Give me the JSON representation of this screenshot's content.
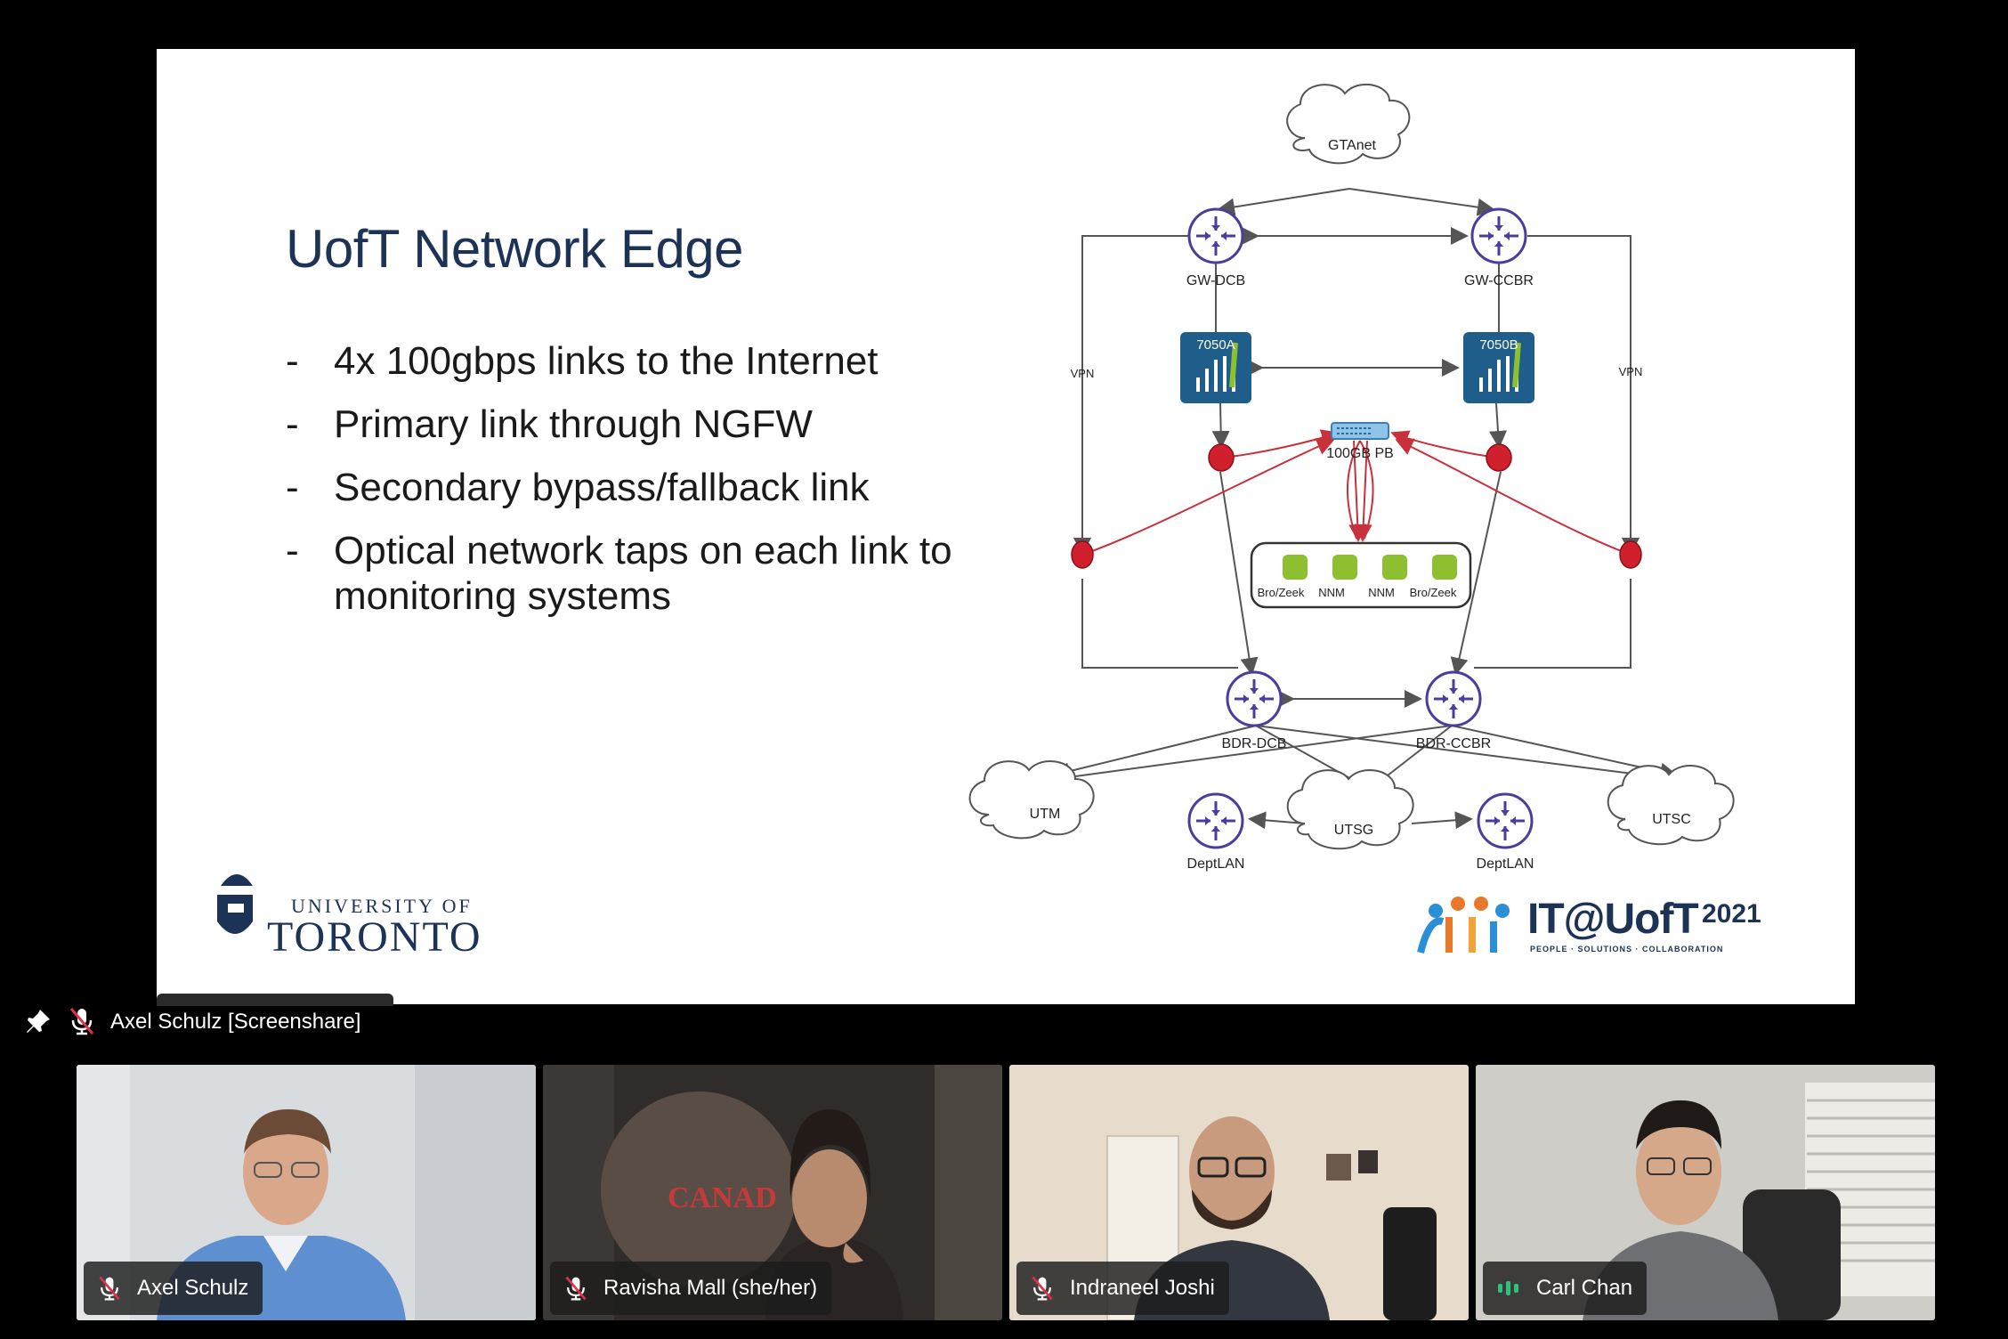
{
  "slide": {
    "title": "UofT Network Edge",
    "bullets": [
      "4x 100gbps links to the Internet",
      "Primary link through NGFW",
      "Secondary bypass/fallback link",
      "Optical network taps on each link to monitoring systems"
    ],
    "bullet_marker": "-",
    "uoft_logo": {
      "line1": "UNIVERSITY OF",
      "line2": "TORONTO"
    },
    "it_logo": {
      "text": "IT@UofT",
      "year": "2021",
      "tagline": "PEOPLE · SOLUTIONS · COLLABORATION"
    },
    "diagram": {
      "clouds": {
        "top": "GTAnet",
        "utm": "UTM",
        "utsg": "UTSG",
        "utsc": "UTSC"
      },
      "routers": {
        "gw_dcb": "GW-DCB",
        "gw_ccbr": "GW-CCBR",
        "bdr_dcb": "BDR-DCB",
        "bdr_ccbr": "BDR-CCBR",
        "dept_left": "DeptLAN",
        "dept_right": "DeptLAN"
      },
      "firewalls": {
        "left": "7050A",
        "right": "7050B"
      },
      "packet_broker": "100GB PB",
      "vpn_left": "VPN",
      "vpn_right": "VPN",
      "monitors": [
        "Bro/Zeek",
        "NNM",
        "NNM",
        "Bro/Zeek"
      ]
    }
  },
  "presenter": {
    "label": "Axel Schulz [Screenshare]",
    "icon": "pin-icon"
  },
  "participants": [
    {
      "name": "Axel Schulz",
      "status": "mic-off"
    },
    {
      "name": "Ravisha Mall (she/her)",
      "status": "mic-off"
    },
    {
      "name": "Indraneel Joshi",
      "status": "mic-off"
    },
    {
      "name": "Carl Chan",
      "status": "speaking"
    }
  ],
  "colors": {
    "accent_router": "#4b3c9e",
    "tap_red": "#d0202e",
    "firewall": "#1f5e8a",
    "monitor_green": "#8dbf2e",
    "speaking": "#2ec27e"
  }
}
